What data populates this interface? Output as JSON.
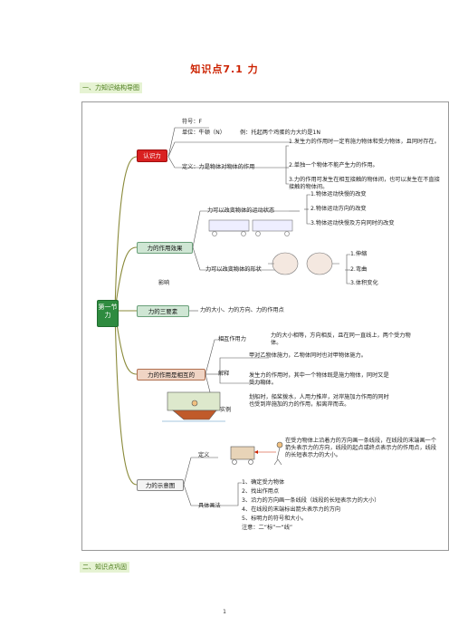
{
  "title": "知识点7.1 力",
  "section1": "一、力知识结构导图",
  "section2": "二、知识点巩固",
  "root": "第一节 力",
  "branches": {
    "knowledge": "认识力",
    "effect": "力的作用效果",
    "three_elements": "力的三要素",
    "mutual": "力的作用是相互的",
    "diagram": "力的示意图"
  },
  "knowledge": {
    "symbol": "符号：F",
    "unit": "单位：牛顿（N）",
    "example": "例：托起两个鸡蛋的力大约是1N",
    "definition": "定义：力是物体对物体的作用",
    "points": [
      "1.发生力的作用时一定有施力物体和受力物体，且同时存在。",
      "2.单独一个物体不能产生力的作用。",
      "3.力的作用可发生在相互接触的物体间，也可以发生在不直接接触的物体间。"
    ]
  },
  "effect": {
    "motion": "力可以改变物体的运动状态",
    "motion_items": [
      "1.物体运动快慢的改变",
      "2.物体运动方向的改变",
      "3.物体运动快慢及方向同时的改变"
    ],
    "shape": "力可以改变物体的形状",
    "shape_items": [
      "1.伸缩",
      "2.弯曲",
      "3.体积变化"
    ],
    "influence": "影响"
  },
  "three_elements": {
    "text": "力的大小、力的方向、力的作用点"
  },
  "mutual": {
    "balance_label": "相互作用力",
    "balance_text": "力的大小相等，方向相反，且在同一直线上，两个受力物体。",
    "explain_label": "解释",
    "explain_1": "甲对乙物体施力，乙物体同时也对甲物体施力。",
    "explain_2": "发生力的作用时，其中一个物体既是施力物体，同时又是受力物体。",
    "example_label": "实例",
    "example_text": "划船时，船桨拨水，人用力推岸，对岸施加力作用的同时也受到岸施加的力的作用，船离岸而去。"
  },
  "diagram": {
    "def_label": "定义",
    "def_text": "在受力物体上沿着力的方向画一条线段，在线段的末端画一个箭头表示力的方向，线段的起点或终点表示力的作用点，线段的长短表示力的大小。",
    "method_label": "具体画法",
    "steps": [
      "1、确定受力物体",
      "2、找出作用点",
      "3、沿力的方向画一条线段（线段的长短表示力的大小）",
      "4、在线段的末端标出箭头表示力的方向",
      "5、标明力的符号和大小。",
      "注意：二“标”一“线”"
    ]
  },
  "page_number": "1"
}
